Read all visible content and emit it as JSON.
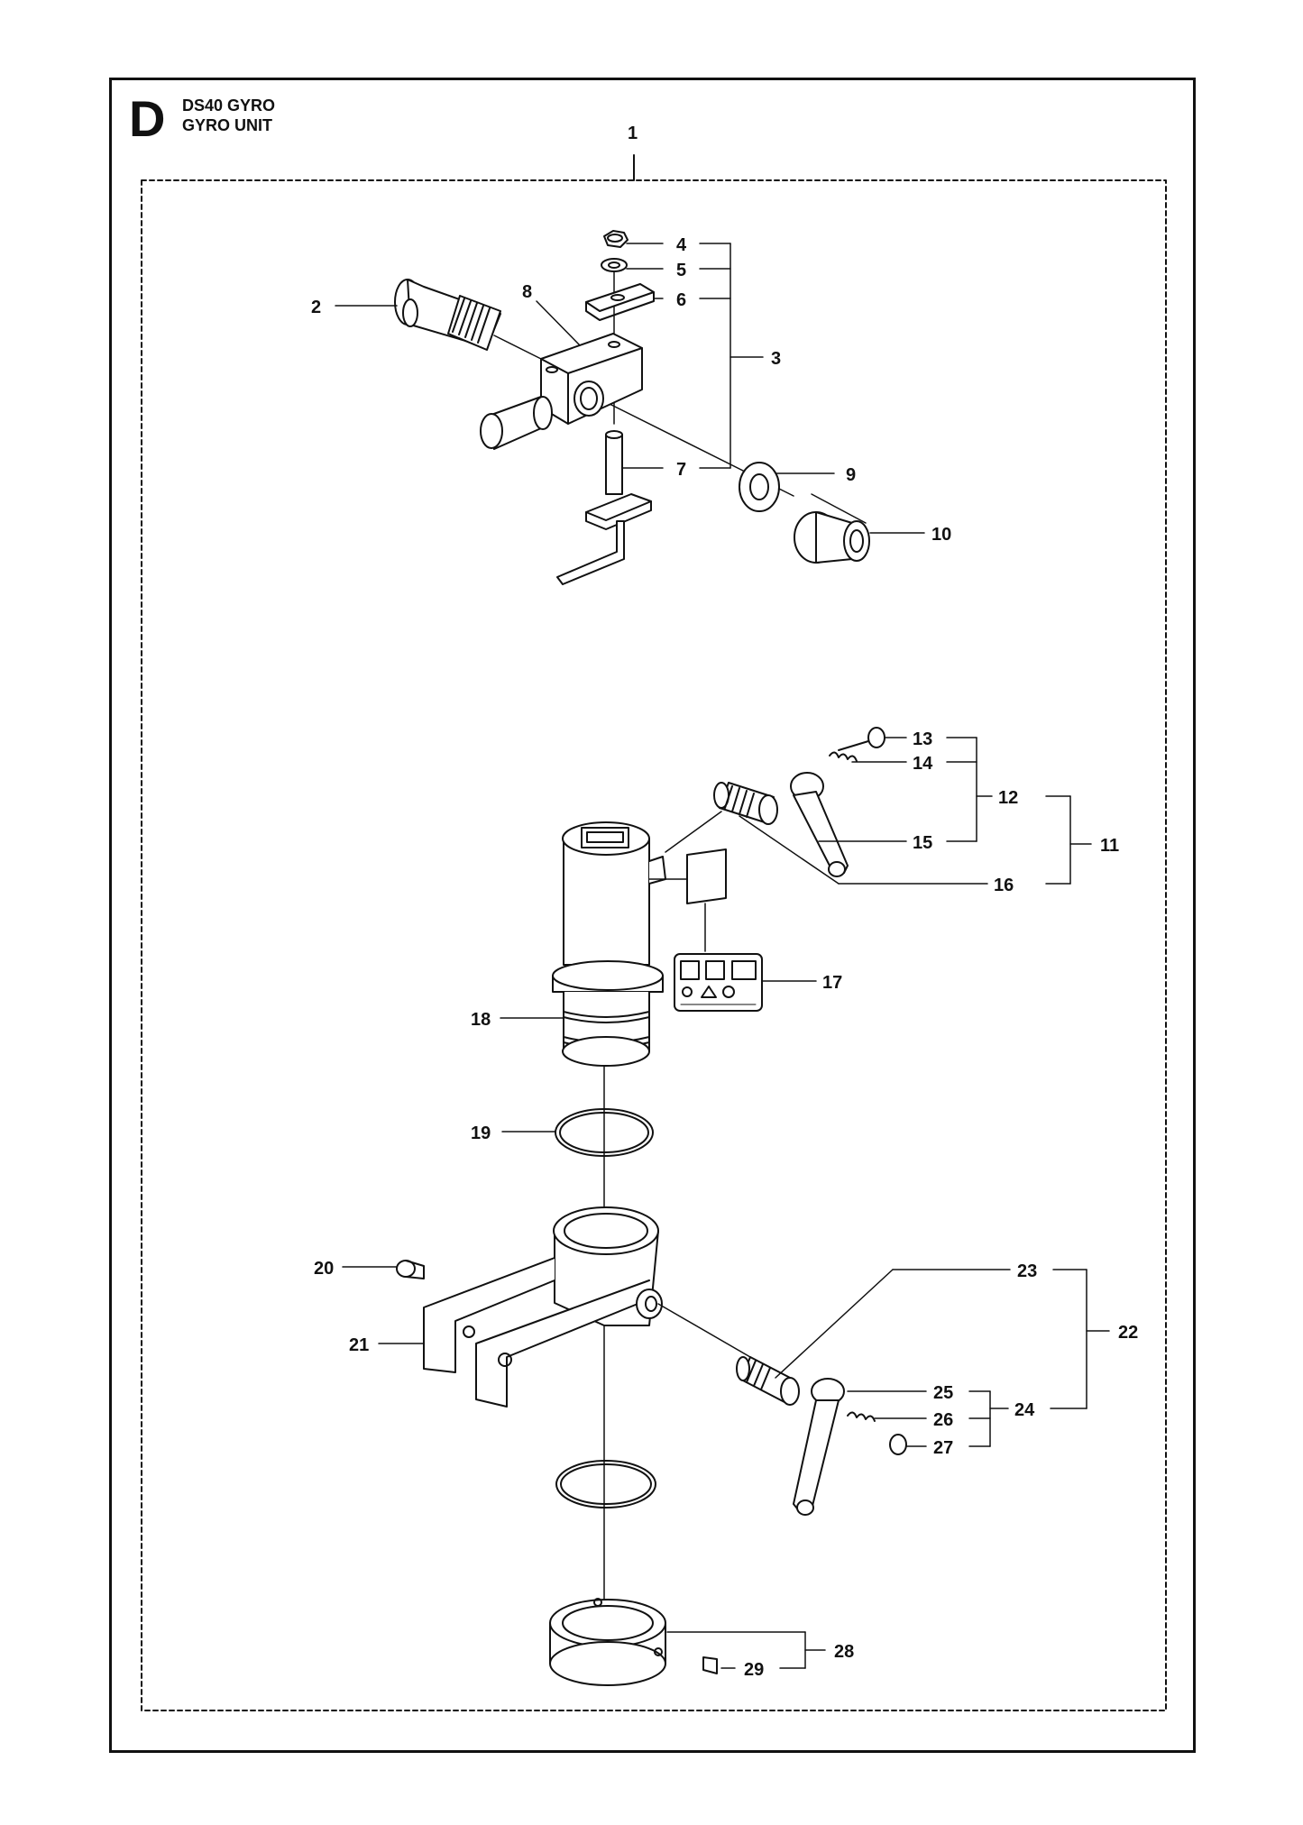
{
  "header": {
    "section_letter": "D",
    "model": "DS40 GYRO",
    "assembly": "GYRO UNIT"
  },
  "callouts": [
    "1",
    "2",
    "3",
    "4",
    "5",
    "6",
    "7",
    "8",
    "9",
    "10",
    "11",
    "12",
    "13",
    "14",
    "15",
    "16",
    "17",
    "18",
    "19",
    "20",
    "21",
    "22",
    "23",
    "24",
    "25",
    "26",
    "27",
    "28",
    "29"
  ]
}
